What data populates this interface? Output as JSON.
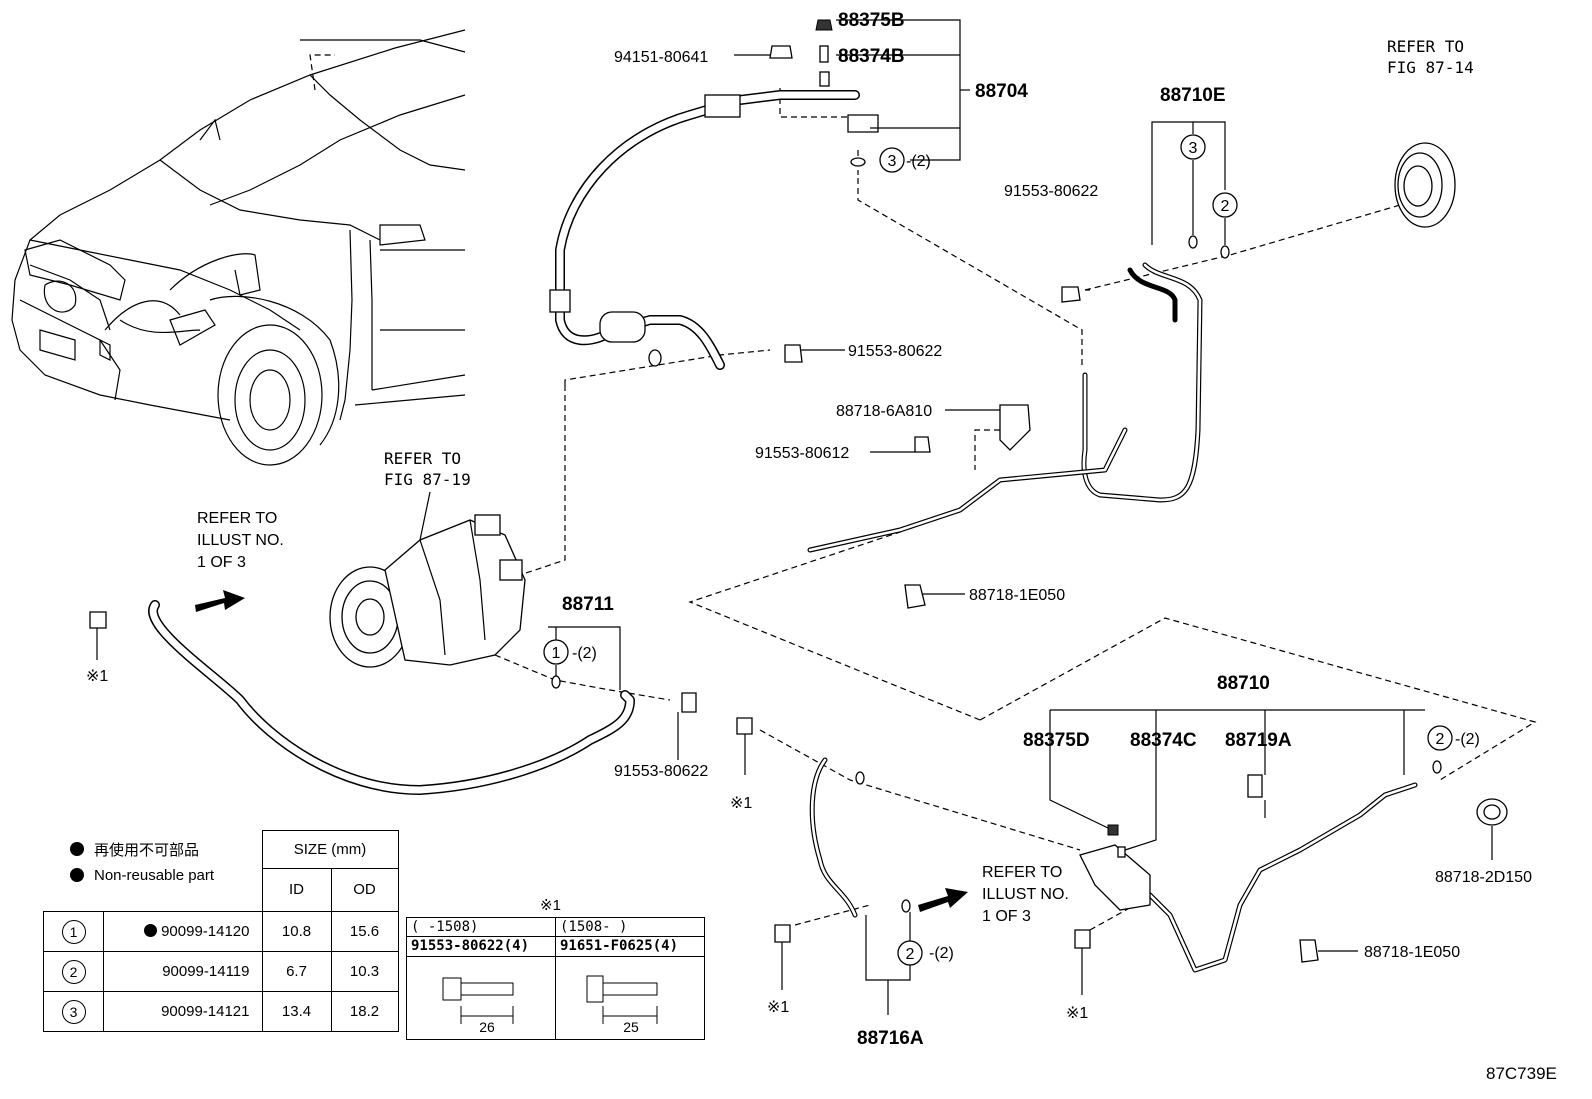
{
  "labels": {
    "p88375B": "88375B",
    "p88374B": "88374B",
    "p88704": "88704",
    "p94151": "94151-80641",
    "p3_2a": "-(2)",
    "p88710E": "88710E",
    "ref8714_1": "REFER TO",
    "ref8714_2": "FIG 87-14",
    "p91553a": "91553-80622",
    "p91553b": "91553-80622",
    "p88718_6A810": "88718-6A810",
    "p91553_80612": "91553-80612",
    "ref8719_1": "REFER TO",
    "ref8719_2": "FIG 87-19",
    "refillA_1": "REFER TO",
    "refillA_2": "ILLUST NO.",
    "refillA_3": "1 OF 3",
    "star1a": "※1",
    "p88711": "88711",
    "p1_2": "-(2)",
    "p91553c": "91553-80622",
    "p88718_1E050a": "88718-1E050",
    "p88710": "88710",
    "p88375D": "88375D",
    "p88374C": "88374C",
    "p88719A": "88719A",
    "p2_2a": "-(2)",
    "p2_2b": "-(2)",
    "p88718_2D150": "88718-2D150",
    "p88718_1E050b": "88718-1E050",
    "star1b": "※1",
    "star1c": "※1",
    "star1d": "※1",
    "refillB_1": "REFER TO",
    "refillB_2": "ILLUST NO.",
    "refillB_3": "1 OF 3",
    "p88716A": "88716A",
    "circle1": "1",
    "circle2": "2",
    "circle3": "3",
    "circle2b": "2",
    "circle3b": "3",
    "circle1b": "1",
    "circle2c": "2",
    "circle2d": "2"
  },
  "legend": {
    "jp": "再使用不可部品",
    "en": "Non-reusable part"
  },
  "size_table": {
    "header": "SIZE (mm)",
    "col_id": "ID",
    "col_od": "OD",
    "rows": [
      {
        "num": "1",
        "part": "90099-14120",
        "non_reusable": true,
        "id": "10.8",
        "od": "15.6"
      },
      {
        "num": "2",
        "part": "90099-14119",
        "non_reusable": false,
        "id": "6.7",
        "od": "10.3"
      },
      {
        "num": "3",
        "part": "90099-14121",
        "non_reusable": false,
        "id": "13.4",
        "od": "18.2"
      }
    ]
  },
  "bolt_table": {
    "mark": "※1",
    "left_range": "(    -1508)",
    "right_range": "(1508-     )",
    "left_part": "91553-80622(4)",
    "right_part": "91651-F0625(4)",
    "left_len": "26",
    "right_len": "25"
  },
  "figure_code": "87C739E"
}
